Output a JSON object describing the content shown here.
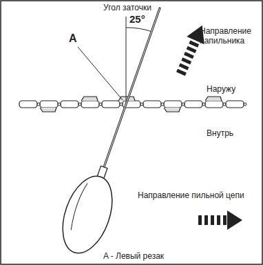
{
  "diagram": {
    "labels": [
      "Угол заточки",
      "25°",
      "A",
      "Направление напильника",
      "Наружу",
      "Внутрь",
      "Направление пильной цепи",
      "A - Левый резак"
    ]
  }
}
